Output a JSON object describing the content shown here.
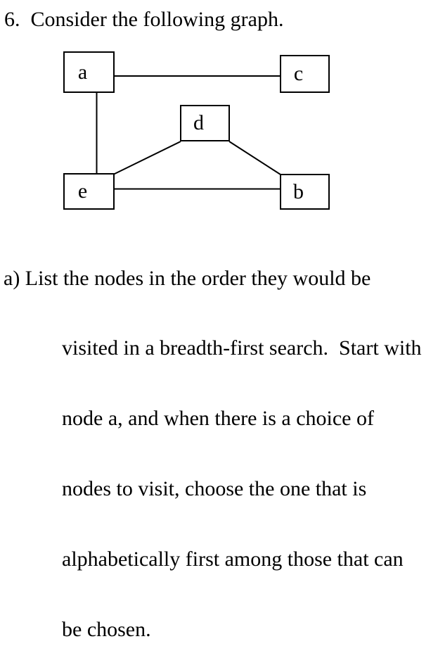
{
  "title": "6.  Consider the following graph.",
  "graph": {
    "nodes": [
      {
        "id": "a",
        "label": "a"
      },
      {
        "id": "c",
        "label": "c"
      },
      {
        "id": "d",
        "label": "d"
      },
      {
        "id": "e",
        "label": "e"
      },
      {
        "id": "b",
        "label": "b"
      }
    ],
    "edges": [
      {
        "from": "a",
        "to": "c"
      },
      {
        "from": "a",
        "to": "e"
      },
      {
        "from": "e",
        "to": "d"
      },
      {
        "from": "d",
        "to": "b"
      },
      {
        "from": "e",
        "to": "b"
      }
    ]
  },
  "question_a": {
    "lines": [
      "a) List the nodes in the order they would be",
      "visited in a breadth-first search.  Start with",
      "node a, and when there is a choice of",
      "nodes to visit, choose the one that is",
      "alphabetically first among those that can",
      "be chosen."
    ]
  },
  "colors": {
    "text": "#000000",
    "background": "#ffffff",
    "box_border": "#000000",
    "edge_line": "#000000"
  }
}
